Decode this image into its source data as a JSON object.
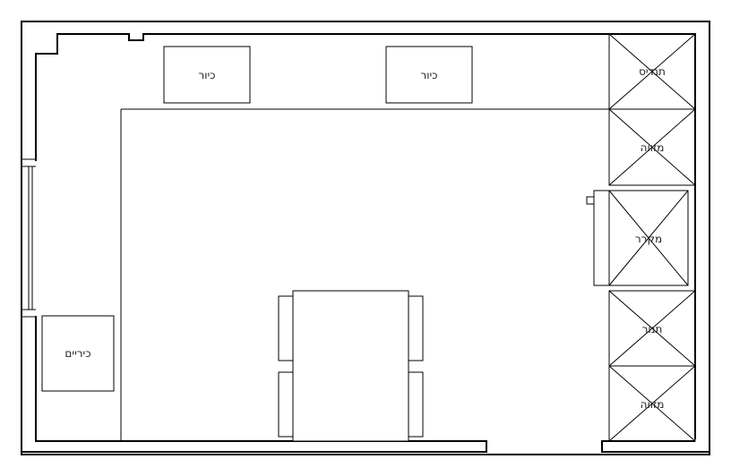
{
  "sinks": {
    "left": "כיור",
    "right": "כיור"
  },
  "stove": "כיריים",
  "cabinets": {
    "top_1": "תנדיס",
    "top_2": "מזווה",
    "fridge": "מקרר",
    "bottom_1": "תנור",
    "bottom_2": "מזווה"
  }
}
